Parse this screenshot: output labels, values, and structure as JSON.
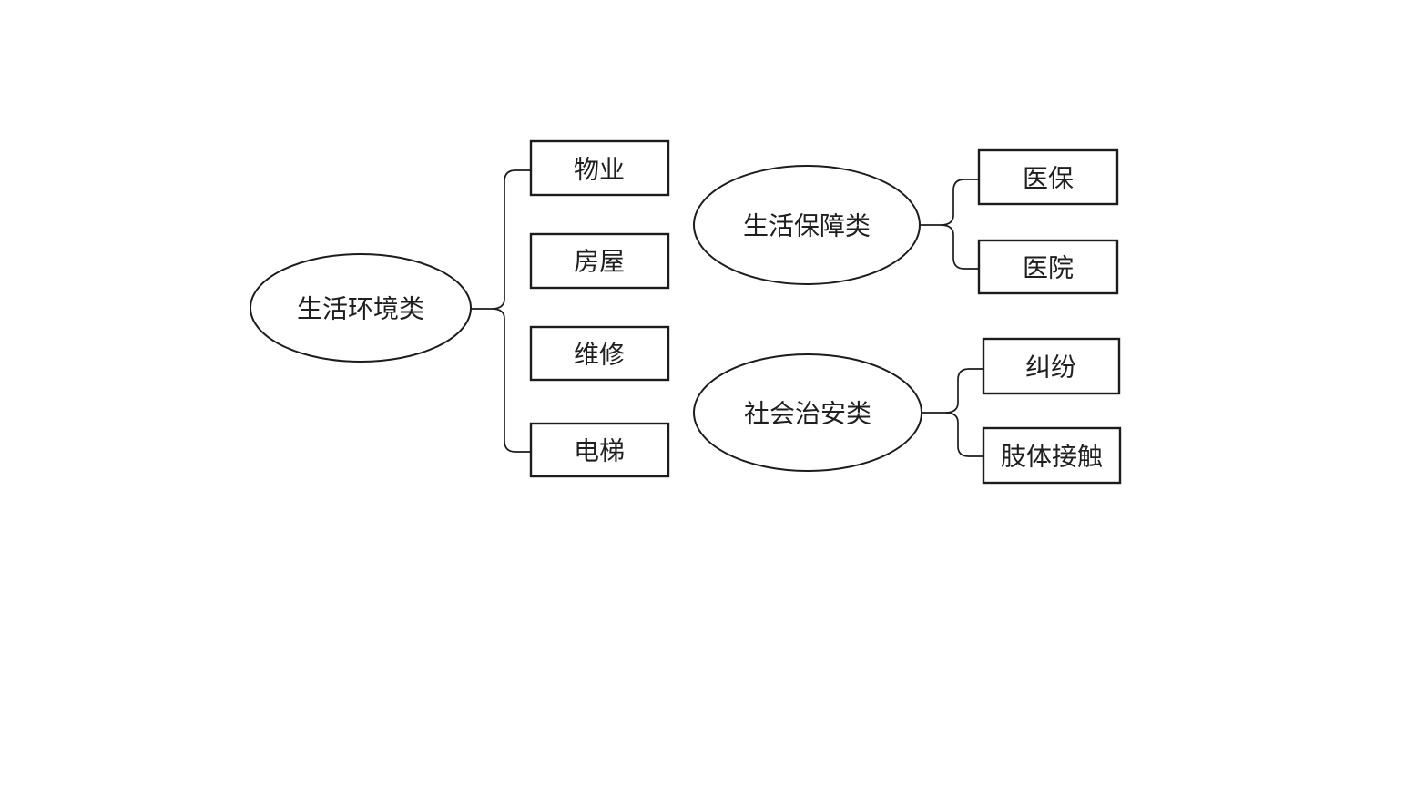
{
  "diagram": {
    "type": "mindmap-brace-diagram",
    "colors": {
      "background": "#ffffff",
      "stroke": "#1c1c1c",
      "text": "#1f1f1f"
    },
    "groups": [
      {
        "parent": {
          "label": "生活环境类",
          "shape": "ellipse"
        },
        "children": [
          {
            "label": "物业",
            "shape": "rect"
          },
          {
            "label": "房屋",
            "shape": "rect"
          },
          {
            "label": "维修",
            "shape": "rect"
          },
          {
            "label": "电梯",
            "shape": "rect"
          }
        ]
      },
      {
        "parent": {
          "label": "生活保障类",
          "shape": "ellipse"
        },
        "children": [
          {
            "label": "医保",
            "shape": "rect"
          },
          {
            "label": "医院",
            "shape": "rect"
          }
        ]
      },
      {
        "parent": {
          "label": "社会治安类",
          "shape": "ellipse"
        },
        "children": [
          {
            "label": "纠纷",
            "shape": "rect"
          },
          {
            "label": "肢体接触",
            "shape": "rect"
          }
        ]
      }
    ]
  }
}
